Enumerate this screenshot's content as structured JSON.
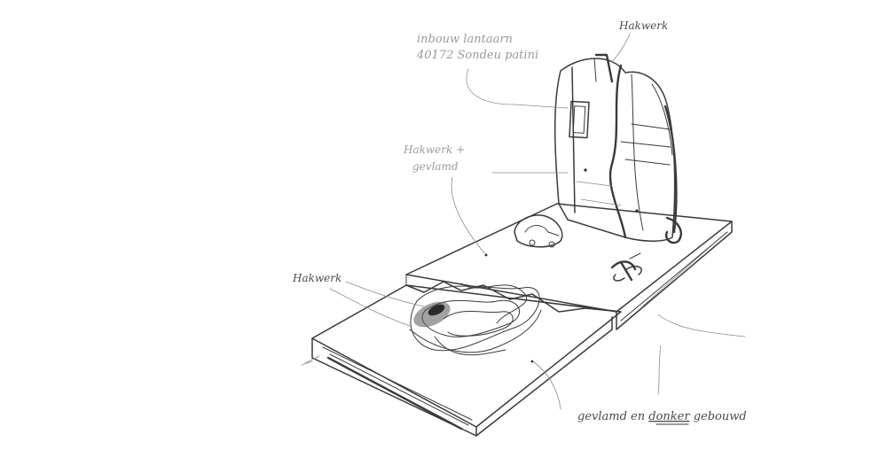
{
  "labels": {
    "top_left_line1": "inbouw lantaarn",
    "top_left_line2": "40172   Sondeu patini",
    "top_right": "Hakwerk",
    "middle_left_line1": "Hakwerk +",
    "middle_left_line2": "gevlamd",
    "left": "Hakwerk",
    "bottom_right_prefix": "gevlamd en ",
    "bottom_right_underlined": "donker",
    "bottom_right_suffix": " gebouwd"
  },
  "colors": {
    "pencil": "#3a3a3a",
    "paper": "#ffffff"
  }
}
